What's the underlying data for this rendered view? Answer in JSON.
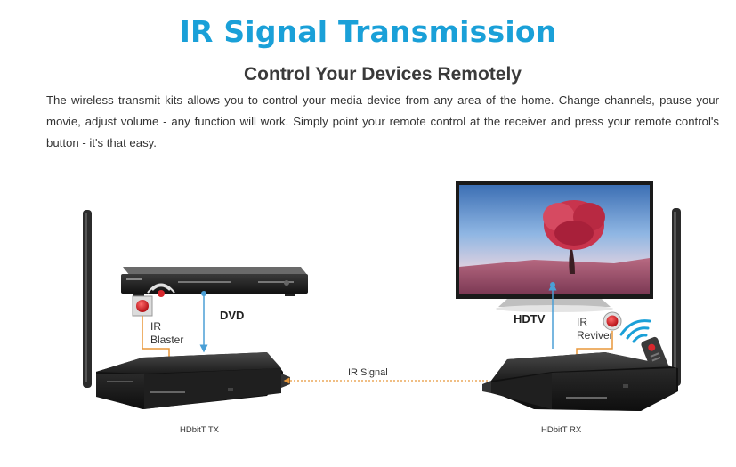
{
  "title": "IR Signal Transmission",
  "subtitle": "Control Your Devices Remotely",
  "description": "The wireless transmit kits allows you to control your media device from any area of the home. Change channels, pause your movie, adjust volume - any function will work. Simply point your remote control at the receiver and press your remote control's button - it's that easy.",
  "labels": {
    "dvd": "DVD",
    "hdtv": "HDTV",
    "ir_blaster_1": "IR",
    "ir_blaster_2": "Blaster",
    "ir_receiver_1": "IR",
    "ir_receiver_2": "Reviver",
    "ir_signal": "IR Signal",
    "tx": "HDbitT TX",
    "rx": "HDbitT RX"
  },
  "colors": {
    "accent": "#1aa0d8",
    "ir_line": "#e8973a",
    "signal_arrow": "#4a9fd6",
    "ir_button": "#d8282e"
  }
}
